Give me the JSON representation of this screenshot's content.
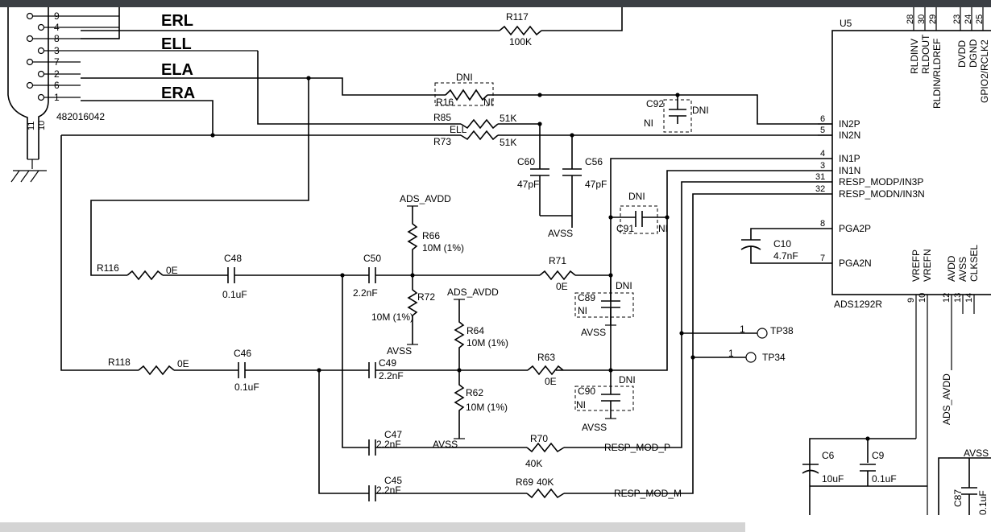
{
  "electrodes": {
    "erl": "ERL",
    "ell": "ELL",
    "ela": "ELA",
    "era": "ERA"
  },
  "connector": {
    "part": "482016042",
    "pins": [
      "9",
      "4",
      "8",
      "3",
      "7",
      "2",
      "6",
      "1"
    ],
    "bottom_pins": [
      "11",
      "10"
    ]
  },
  "ic": {
    "ref": "U5",
    "part": "ADS1292R",
    "top_pins": {
      "rldinv": "RLDINV",
      "rldout": "RLDOUT",
      "rldin": "RLDIN/RLDREF",
      "dvdd": "DVDD",
      "dgnd": "DGND",
      "gpio": "GPIO2/RCLK2",
      "n28": "28",
      "n30": "30",
      "n29": "29",
      "n23": "23",
      "n24": "24",
      "n25": "25"
    },
    "left_pins": {
      "in2p": "IN2P",
      "in2n": "IN2N",
      "in1p": "IN1P",
      "in1n": "IN1N",
      "in3p": "RESP_MODP/IN3P",
      "in3n": "RESP_MODN/IN3N",
      "pga2p": "PGA2P",
      "pga2n": "PGA2N",
      "n6": "6",
      "n5": "5",
      "n4": "4",
      "n3": "3",
      "n31": "31",
      "n32": "32",
      "n8": "8",
      "n7": "7"
    },
    "bottom_pins": {
      "vrefp": "VREFP",
      "vrefn": "VREFN",
      "avdd": "AVDD",
      "avss": "AVSS",
      "clksel": "CLKSEL",
      "n9": "9",
      "n10": "10",
      "n12": "12",
      "n13": "13",
      "n14": "14"
    }
  },
  "parts": {
    "r117": "R117",
    "r117v": "100K",
    "r16": "R16",
    "dni": "DNI",
    "ni": "NI",
    "r85": "R85",
    "r85v": "51K",
    "ell2": "ELL",
    "r73": "R73",
    "r73v": "51K",
    "c92": "C92",
    "c60": "C60",
    "c60v": "47pF",
    "c56": "C56",
    "c56v": "47pF",
    "c91": "C91",
    "avss": "AVSS",
    "ads_avdd": "ADS_AVDD",
    "r66": "R66",
    "r66v": "10M (1%)",
    "r116": "R116",
    "r116v": "0E",
    "c48": "C48",
    "c48v": "0.1uF",
    "c50": "C50",
    "c50v": "2.2nF",
    "r71": "R71",
    "r71v": "0E",
    "c10": "C10",
    "c10v": "4.7nF",
    "c89": "C89",
    "r72": "R72",
    "r72v": "10M (1%)",
    "r64": "R64",
    "r64v": "10M (1%)",
    "tp38": "TP38",
    "tp34": "TP34",
    "tp1": "1",
    "r118": "R118",
    "r118v": "0E",
    "c46": "C46",
    "c46v": "0.1uF",
    "c49": "C49",
    "c49v": "2.2nF",
    "r63": "R63",
    "r63v": "0E",
    "c90": "C90",
    "r62": "R62",
    "r62v": "10M (1%)",
    "c47": "C47",
    "c47v": "2.2nF",
    "r70": "R70",
    "r70v": "40K",
    "resp_p": "RESP_MOD_P",
    "c45": "C45",
    "c45v": "2.2nF",
    "r69": "R69",
    "r69v": "40K",
    "resp_m": "RESP_MOD_M",
    "c6": "C6",
    "c6v": "10uF",
    "c9": "C9",
    "c9v": "0.1uF",
    "c87": "C87",
    "c87v": "0.1uF"
  }
}
